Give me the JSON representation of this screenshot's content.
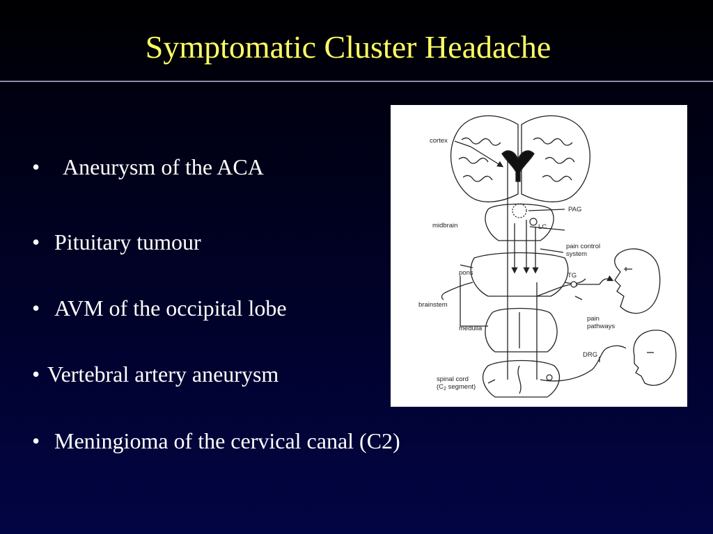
{
  "slide": {
    "title": "Symptomatic Cluster Headache",
    "bullet_char": "•",
    "bullets": [
      "Aneurysm of the ACA",
      "Pituitary tumour",
      "AVM of the occipital lobe",
      "Vertebral artery aneurysm",
      "Meningioma of the cervical canal (C2)"
    ]
  },
  "diagram": {
    "labels": {
      "cortex": "cortex",
      "pag": "PAG",
      "midbrain": "midbrain",
      "lc": "LC",
      "pain_control_1": "pain control",
      "pain_control_2": "system",
      "pons": "pons",
      "tg": "TG",
      "brainstem": "brainstem",
      "medulla": "medulla",
      "pain_pathways_1": "pain",
      "pain_pathways_2": "pathways",
      "drg": "DRG",
      "spinal_cord_1": "spinal cord",
      "spinal_cord_2": "(C",
      "spinal_cord_sub": "2",
      "spinal_cord_3": " segment)"
    }
  }
}
